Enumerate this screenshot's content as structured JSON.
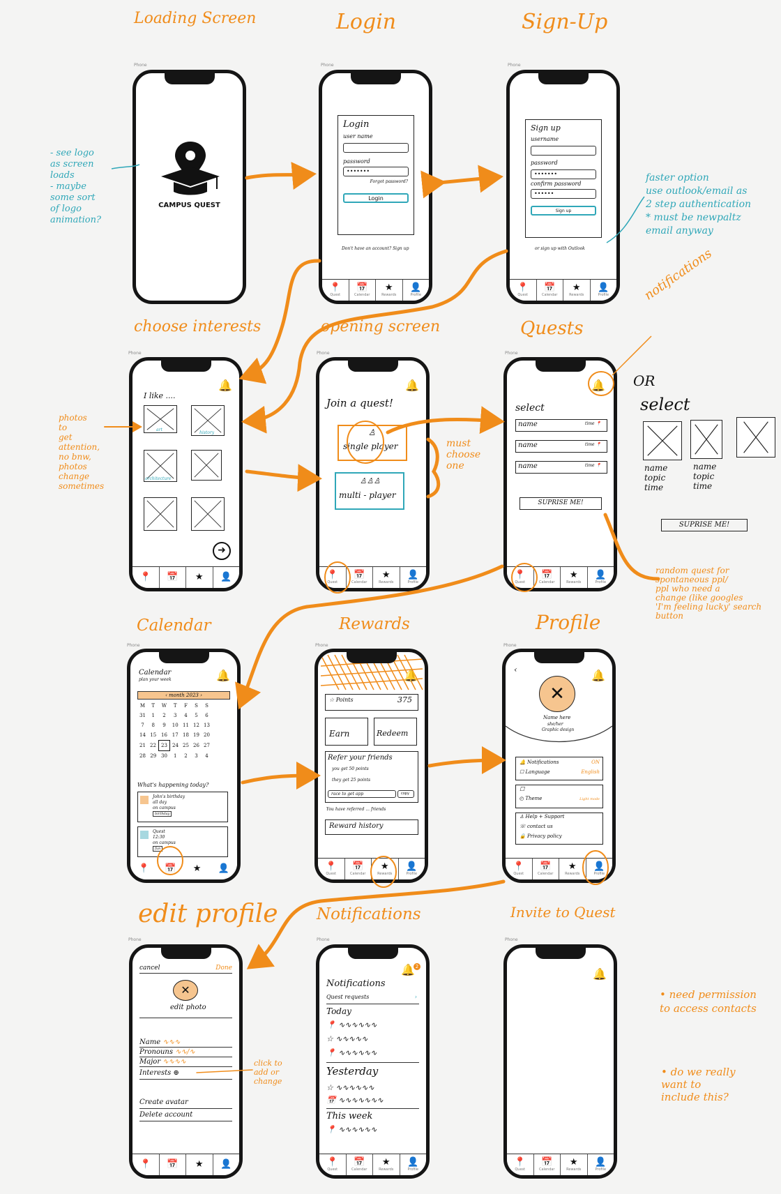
{
  "titles": {
    "loading": "Loading Screen",
    "login": "Login",
    "signup": "Sign-Up",
    "interests": "choose interests",
    "opening": "opening screen",
    "quests": "Quests",
    "calendar": "Calendar",
    "rewards": "Rewards",
    "profile": "Profile",
    "edit": "edit profile",
    "notifications": "Notifications",
    "invite": "Invite to Quest"
  },
  "phone_label": "Phone",
  "tabs": [
    {
      "icon": "📍",
      "label": "Quest"
    },
    {
      "icon": "📅",
      "label": "Calendar"
    },
    {
      "icon": "★",
      "label": "Rewards"
    },
    {
      "icon": "👤",
      "label": "Profile"
    }
  ],
  "loading": {
    "app_name": "CAMPUS QUEST"
  },
  "login": {
    "heading": "Login",
    "username_label": "user name",
    "password_label": "password",
    "password_value": "•••••••",
    "forgot": "Forgot password?",
    "button": "Login",
    "signup_link": "Don't have an account? Sign up"
  },
  "signup": {
    "heading": "Sign up",
    "username_label": "username",
    "password_label": "password",
    "password_value": "•••••••",
    "confirm_label": "confirm password",
    "confirm_value": "••••••",
    "button": "Sign up",
    "outlook": "or sign up with Outlook"
  },
  "interests": {
    "heading": "I like ....",
    "items": [
      "art",
      "history",
      "architecture",
      "",
      "",
      ""
    ]
  },
  "opening": {
    "heading": "Join a quest!",
    "single": "single player",
    "multi": "multi - player"
  },
  "quests": {
    "heading": "select",
    "items": [
      "name",
      "name",
      "name"
    ],
    "item_time": "time",
    "surprise": "SUPRISE ME!"
  },
  "alt": {
    "or": "OR",
    "heading": "select",
    "card1": "name\ntopic\ntime",
    "card2": "name\ntopic\ntime",
    "surprise": "SUPRISE ME!"
  },
  "calendar": {
    "heading": "Calendar",
    "sub": "plan your week",
    "month": "month 2023",
    "weekdays": [
      "M",
      "T",
      "W",
      "T",
      "F",
      "S",
      "S"
    ],
    "weeks": [
      [
        "31",
        "1",
        "2",
        "3",
        "4",
        "5",
        "6"
      ],
      [
        "7",
        "8",
        "9",
        "10",
        "11",
        "12",
        "13"
      ],
      [
        "14",
        "15",
        "16",
        "17",
        "18",
        "19",
        "20"
      ],
      [
        "21",
        "22",
        "23",
        "24",
        "25",
        "26",
        "27"
      ],
      [
        "28",
        "29",
        "30",
        "1",
        "2",
        "3",
        "4"
      ]
    ],
    "happening": "What's happening today?",
    "event1_title": "John's birthday",
    "event1_time": "all day",
    "event1_place": "on campus",
    "event1_tag": "birthday",
    "event2_title": "Quest",
    "event2_time": "12:30",
    "event2_place": "on campus",
    "event2_tag": "fun"
  },
  "rewards": {
    "points_label": "Points",
    "points_value": "375",
    "earn": "Earn",
    "redeem": "Redeem",
    "refer": "Refer your friends",
    "refer_line1": "you get 50 points",
    "refer_line2": "they get 25 points",
    "refer_code": "race to get app",
    "copy": "copy",
    "referred": "You have referred ... friends",
    "history": "Reward history"
  },
  "profile": {
    "name": "Name here",
    "pronouns": "she/her",
    "major": "Graphic design",
    "notifications": "Notifications",
    "notifications_val": "ON",
    "language": "Language",
    "language_val": "English",
    "theme": "Theme",
    "theme_val": "Light mode",
    "help": "Help + Support",
    "contact": "contact us",
    "privacy": "Privacy policy"
  },
  "edit": {
    "cancel": "cancel",
    "done": "Done",
    "edit_photo": "edit photo",
    "name": "Name",
    "pronouns": "Pronouns",
    "major": "Major",
    "interests": "Interests",
    "create_avatar": "Create avatar",
    "delete": "Delete account"
  },
  "notif": {
    "heading": "Notifications",
    "badge": "2",
    "requests": "Quest requests",
    "today": "Today",
    "yesterday": "Yesterday",
    "week": "This week"
  },
  "notes": {
    "loading": "- see logo\n  as screen\n  loads\n- maybe\n  some sort\n  of logo\n  animation?",
    "signup": "faster option\nuse outlook/email as\n2 step authentication\n* must be newpaltz\n  email anyway",
    "notifications": "notifications",
    "photos": "photos\nto\nget\nattention,\nno bnw,\nphotos\nchange\nsometimes",
    "must": "must\nchoose\none",
    "random": "random quest for\nspontaneous ppl/\nppl who need a\nchange (like googles\n'I'm feeling lucky' search\nbutton",
    "click": "click to\nadd or\nchange",
    "permission": "• need permission\n  to access contacts",
    "include": "• do we really\n  want to\n  include this?"
  },
  "colors": {
    "accent": "#f08c1a",
    "teal": "#2fa7b8",
    "frame": "#151515"
  }
}
